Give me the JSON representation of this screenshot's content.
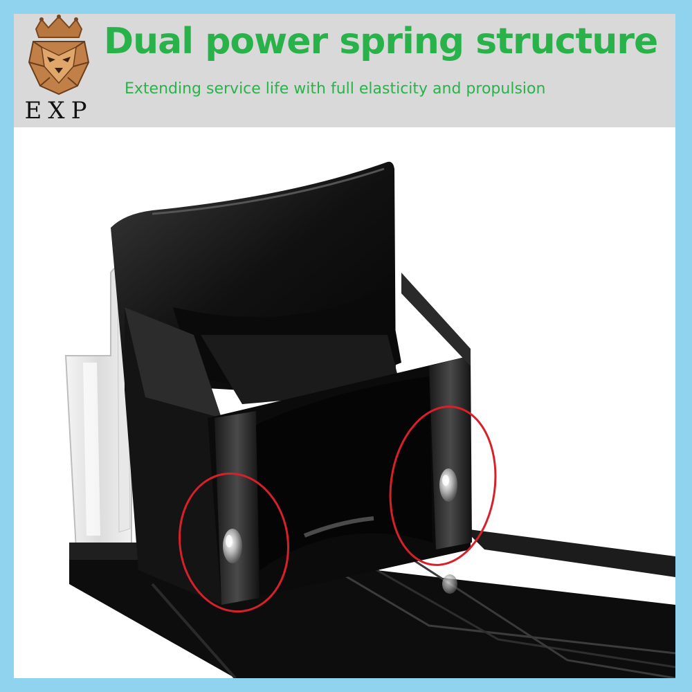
{
  "brand": {
    "name": "EXP",
    "logo_icon": "crowned-lion-icon",
    "logo_color": "#a8683a"
  },
  "header": {
    "title": "Dual power spring structure",
    "subtitle": "Extending service life with full elasticity and propulsion",
    "text_color": "#2ab24a",
    "background_color": "#d9d9d9"
  },
  "frame": {
    "border_color": "#8fd3ef"
  },
  "photo": {
    "subject": "black-plastic-pusher-on-rail",
    "highlight_color": "#d8202a",
    "highlights": [
      "left-spring-highlight",
      "right-spring-highlight"
    ]
  }
}
